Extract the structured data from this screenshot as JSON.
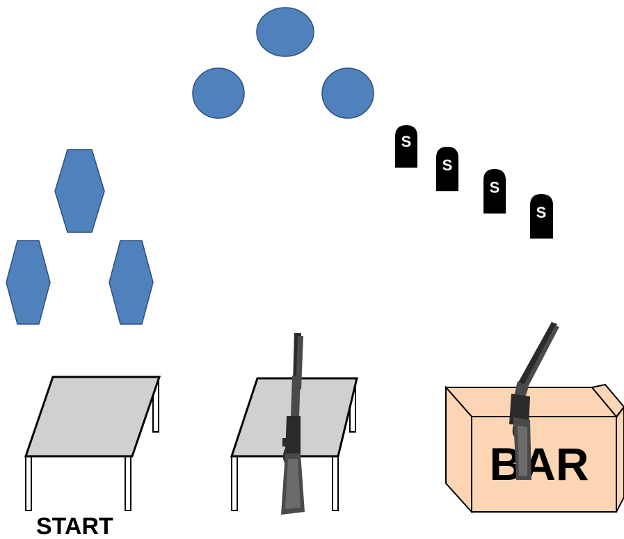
{
  "labels": {
    "start": "START",
    "bar": "BAR",
    "steel_mark": "S"
  },
  "colors": {
    "target_fill": "#4f81bd",
    "target_stroke": "#2f4f7a",
    "table_top": "#d0d0d0",
    "box_fill": "#fcd5b5",
    "steel_fill": "#000000",
    "steel_text": "#ffffff",
    "gun_dark": "#2a2a2a",
    "gun_mid": "#4a4a4a",
    "gun_light": "#6b6b6b"
  },
  "icons": {
    "round_targets": "blue-round-steel-target",
    "hex_targets": "blue-hexagon-cardboard-target",
    "small_steel": "black-tombstone-steel-target",
    "rifle": "lever-action-rifle-icon",
    "shotgun": "double-barrel-shotgun-icon"
  }
}
